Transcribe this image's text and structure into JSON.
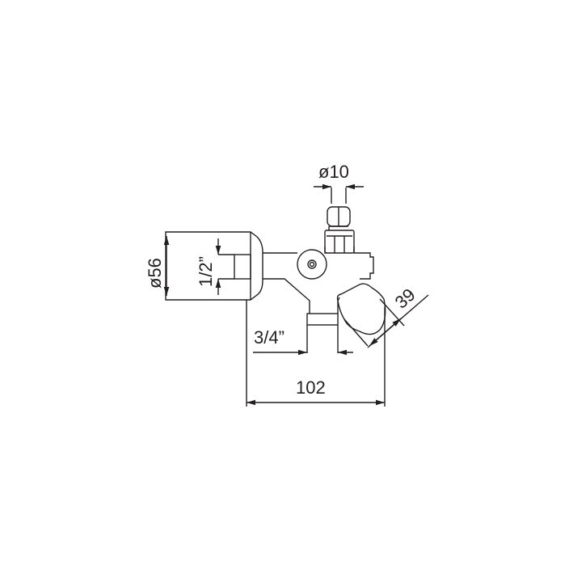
{
  "dimensions": {
    "diameter_outlet": "ø10",
    "diameter_cap": "ø56",
    "thread_left": "1/2”",
    "thread_bottom": "3/4”",
    "overall_width": "102",
    "head_size": "39"
  },
  "colors": {
    "line": "#231f20",
    "background": "#ffffff"
  }
}
